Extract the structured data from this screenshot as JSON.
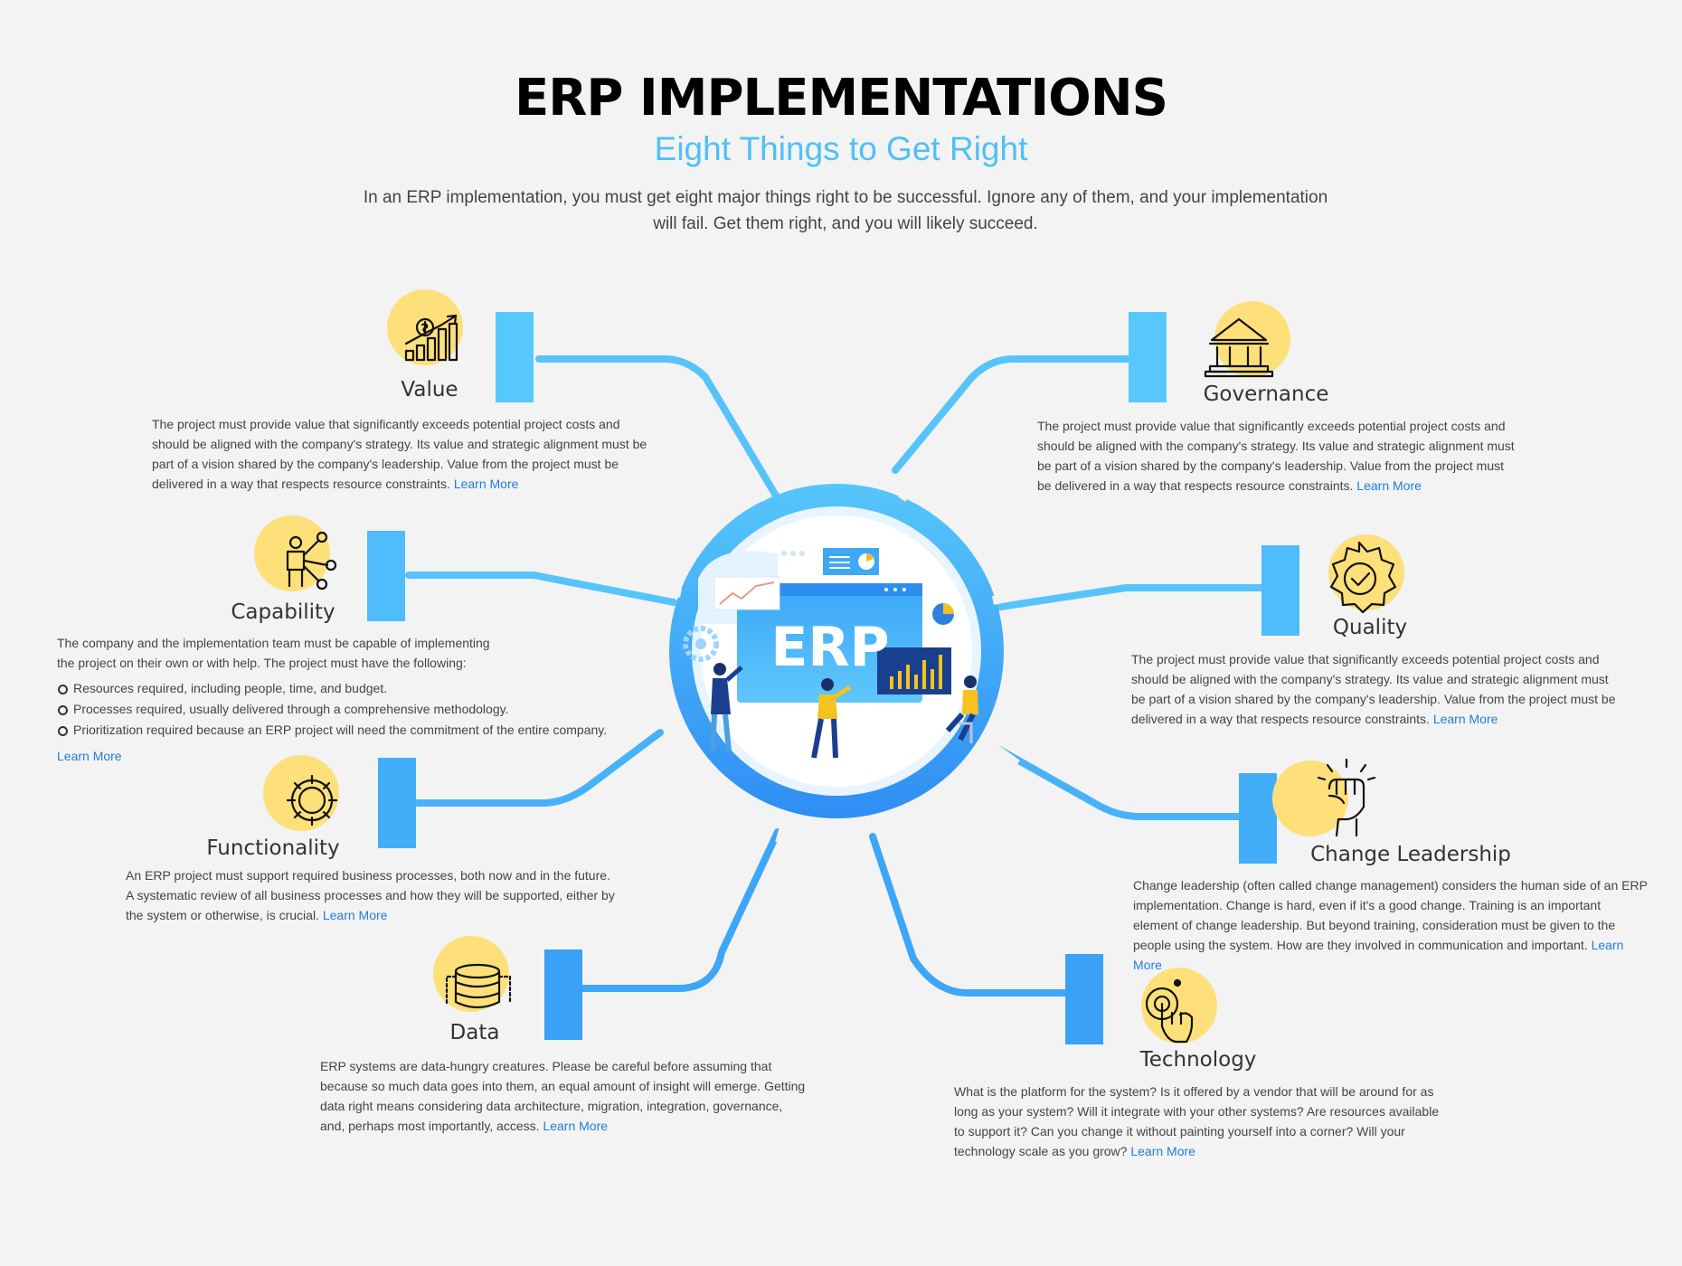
{
  "header": {
    "title": "ERP IMPLEMENTATIONS",
    "subtitle": "Eight Things to Get Right",
    "intro": "In an ERP implementation, you must get eight major things right to be successful. Ignore any of them, and your implementation will fail. Get them right, and you will likely succeed."
  },
  "center": {
    "label": "ERP"
  },
  "colors": {
    "accent": "#4fc0f7",
    "arm": "#56c3fb",
    "arm_deep": "#3a9ef5",
    "icon_bg": "#fde07a",
    "link": "#1f7ed8"
  },
  "items": {
    "value": {
      "icon": "growth-chart-dollar-icon",
      "heading": "Value",
      "text": "The project must provide value that significantly exceeds potential project costs and should be aligned with the company's strategy. Its value and strategic alignment must be part of a vision shared by the company's leadership. Value from the project must be delivered in a way that respects resource constraints.",
      "link": "Learn More"
    },
    "governance": {
      "icon": "building-columns-icon",
      "heading": "Governance",
      "text": "The project must provide value that significantly exceeds potential project costs and should be aligned with the company's strategy. Its value and strategic alignment must be part of a vision shared by the company's leadership. Value from the project must be delivered in a way that respects resource constraints.",
      "link": "Learn More"
    },
    "capability": {
      "icon": "person-network-icon",
      "heading": "Capability",
      "text": "The company and the implementation team must be capable of implementing the project on their own or with help. The project must have the following:",
      "bullets": [
        "Resources required, including people, time, and budget.",
        "Processes required, usually delivered through a comprehensive methodology.",
        "Prioritization required because an ERP project will need the commitment of the entire company."
      ],
      "link": "Learn More"
    },
    "quality": {
      "icon": "quality-badge-check-icon",
      "heading": "Quality",
      "text": "The project must provide value that significantly exceeds potential project costs and should be aligned with the company's strategy. Its value and strategic alignment must be part of a vision shared by the company's leadership. Value from the project must be delivered in a way that respects resource constraints.",
      "link": "Learn More"
    },
    "functionality": {
      "icon": "gear-icon",
      "heading": "Functionality",
      "text": "An ERP project must support required business processes, both now and in the future. A systematic review of all business processes and how they will be supported, either by the system or otherwise, is crucial.",
      "link": "Learn More"
    },
    "change_leadership": {
      "icon": "raised-fist-icon",
      "heading": "Change Leadership",
      "text": "Change leadership (often called change management) considers the human side of an ERP implementation. Change is hard, even if it's a good change. Training is an important element of change leadership. But beyond training, consideration must be given to the people using the system. How are they involved in communication and important.",
      "link": "Learn More"
    },
    "data": {
      "icon": "database-icon",
      "heading": "Data",
      "text": "ERP systems are data-hungry creatures. Please be careful before assuming that because so much data goes into them, an equal amount of insight will emerge. Getting data right means considering data architecture, migration, integration, governance, and, perhaps most importantly, access.",
      "link": "Learn More"
    },
    "technology": {
      "icon": "touch-tap-icon",
      "heading": "Technology",
      "text": "What is the platform for the system? Is it offered by a vendor that will be around for as long as your system? Will it integrate with your other systems? Are resources available to support it? Can you change it without painting yourself into a corner? Will your technology scale as you grow?",
      "link": "Learn More"
    }
  }
}
